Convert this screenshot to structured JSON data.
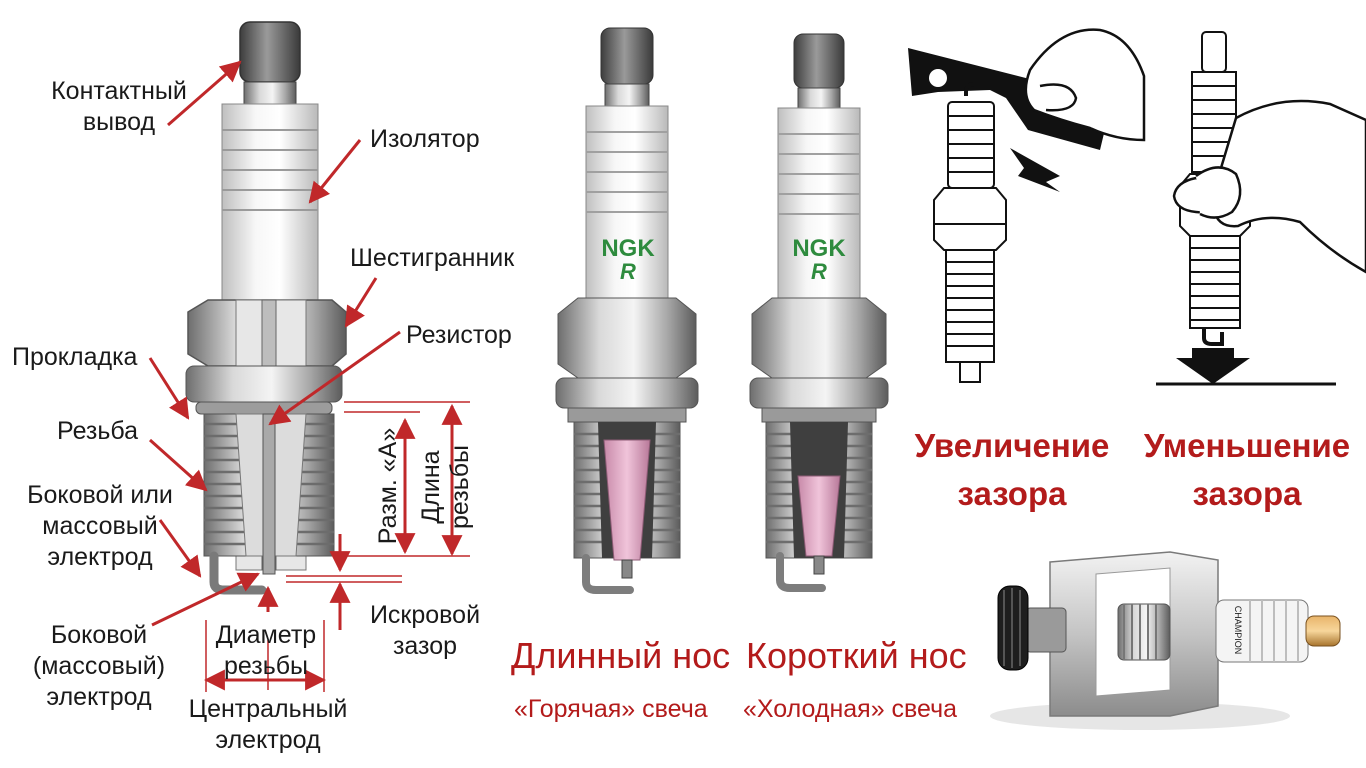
{
  "diagram": {
    "parts": {
      "terminal": "Контактный вывод",
      "insulator": "Изолятор",
      "hexagon": "Шестигранник",
      "resistor": "Резистор",
      "gasket": "Прокладка",
      "thread": "Резьба",
      "side_electrode_1": "Боковой или массовый электрод",
      "side_electrode_2": "Боковой (массовый) электрод",
      "thread_diameter": "Диаметр резьбы",
      "center_electrode": "Центральный электрод",
      "spark_gap": "Искровой зазор",
      "size_a": "Разм. «A»",
      "thread_length": "Длина резьбы"
    },
    "brand": {
      "name": "NGK",
      "mark": "R"
    },
    "heat_range": {
      "long_nose": "Длинный нос",
      "hot_plug": "«Горячая» свеча",
      "short_nose": "Короткий нос",
      "cold_plug": "«Холодная» свеча"
    },
    "gap_adjust": {
      "increase": "Увеличение зазора",
      "decrease": "Уменьшение зазора"
    },
    "tool": {
      "brand_text": "CHAMPION"
    },
    "colors": {
      "caption_red": "#b31b1b",
      "arrow_red": "#c0282a",
      "ngk_green": "#2e8b3e",
      "insulator_pink": "#e2a9c6"
    }
  }
}
